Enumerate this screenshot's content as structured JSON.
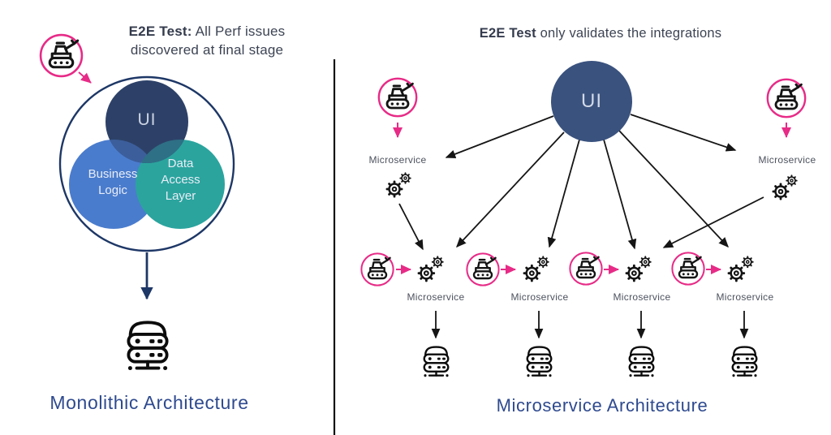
{
  "left_panel": {
    "annotation": {
      "bold": "E2E Test:",
      "line1_rest": " All Perf issues",
      "line2": "discovered at final stage"
    },
    "venn": {
      "ui": "UI",
      "business_logic": "Business Logic",
      "data_access_layer": "Data Access Layer"
    },
    "caption": "Monolithic Architecture"
  },
  "right_panel": {
    "annotation": {
      "bold": "E2E Test",
      "rest": " only validates the integrations"
    },
    "ui_label": "UI",
    "microservice_labels": [
      "Microservice",
      "Microservice",
      "Microservice",
      "Microservice",
      "Microservice",
      "Microservice"
    ],
    "caption": "Microservice Architecture"
  },
  "icons": {
    "tank": "tank-in-pink-circle-icon",
    "gears": "gears-icon",
    "server": "server-icon"
  },
  "colors": {
    "pink": "#e72b87",
    "ink": "#151515",
    "navy": "#1d3766",
    "caption": "#2e4a8f",
    "title_text": "#3d4454",
    "title_bold": "#343b4d",
    "label_text": "#4d525e",
    "venn_ui": "#2d4168",
    "venn_business": "#4a7ccd",
    "venn_data": "#2ba49e",
    "venn_ui_business": "#3c5e9b",
    "venn_ui_data": "#2e7086",
    "ui_circle": "#3a527e"
  }
}
